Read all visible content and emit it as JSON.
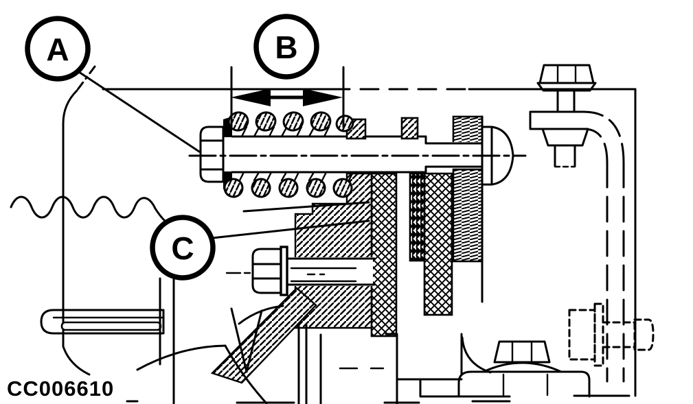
{
  "figure": {
    "type": "service-manual-line-drawing",
    "code": "CC006610",
    "callouts": [
      {
        "label": "A"
      },
      {
        "label": "B"
      },
      {
        "label": "C"
      }
    ]
  },
  "colors": {
    "ink": "#000000",
    "background": "#ffffff"
  }
}
